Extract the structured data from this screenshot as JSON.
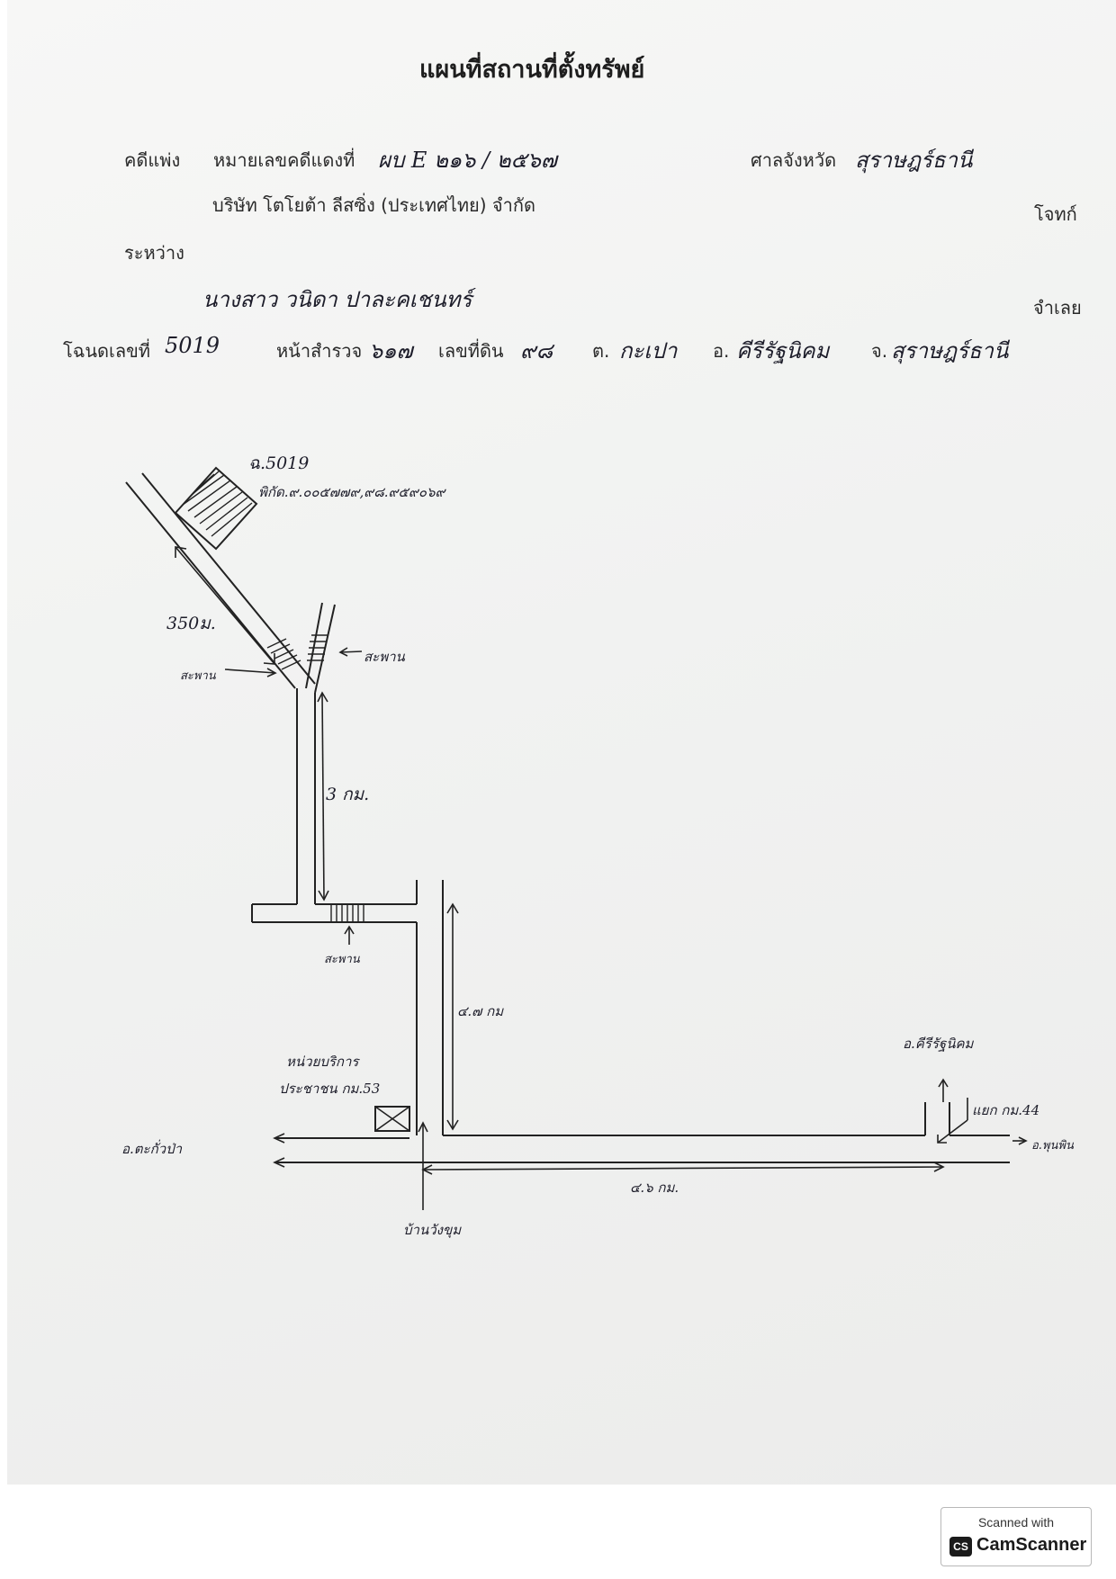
{
  "document": {
    "title": "แผนที่สถานที่ตั้งทรัพย์",
    "case_type": "คดีแพ่ง",
    "case_no_label": "หมายเลขคดีแดงที่",
    "case_no_value": "ผบ E ๒๑๖ / ๒๕๖๗",
    "court_label": "ศาลจังหวัด",
    "court_value": "สุราษฎร์ธานี",
    "plaintiff_name": "บริษัท โตโยต้า ลีสซิ่ง (ประเทศไทย) จำกัด",
    "plaintiff_role": "โจทก์",
    "between_label": "ระหว่าง",
    "defendant_name": "นางสาว วนิดา ปาละคเชนทร์",
    "defendant_role": "จำเลย",
    "deed_label": "โฉนดเลขที่",
    "deed_value": "5019",
    "survey_page_label": "หน้าสำรวจ",
    "survey_page_value": "๖๑๗",
    "land_no_label": "เลขที่ดิน",
    "land_no_value": "๙๘",
    "subdistrict_label": "ต.",
    "subdistrict_value": "กะเปา",
    "district_label": "อ.",
    "district_value": "คีรีรัฐนิคม",
    "province_label": "จ.",
    "province_value": "สุราษฎร์ธานี"
  },
  "map": {
    "parcel_label": "ฉ.5019",
    "coordinates": "พิกัด.๙.๐๐๕๗๗๙,๙๘.๙๕๙๐๖๙",
    "dist_350": "350ม.",
    "bridge_left": "สะพาน",
    "bridge_right": "สะพาน",
    "bridge_bottom": "สะพาน",
    "dist_3km": "3 กม.",
    "dist_4_7km": "๔.๗ กม",
    "service_unit_line1": "หน่วยบริการ",
    "service_unit_line2": "ประชาชน กม.53",
    "to_left": "อ.ตะกั่วป่า",
    "dist_4_6km": "๔.๖ กม.",
    "village": "บ้านวังขุม",
    "to_kirirat": "อ.คีรีรัฐนิคม",
    "junction": "แยก กม.44",
    "to_right": "อ.พุนพิน"
  },
  "footer": {
    "scanned_with": "Scanned with",
    "brand_icon": "CS",
    "brand": "CamScanner"
  }
}
